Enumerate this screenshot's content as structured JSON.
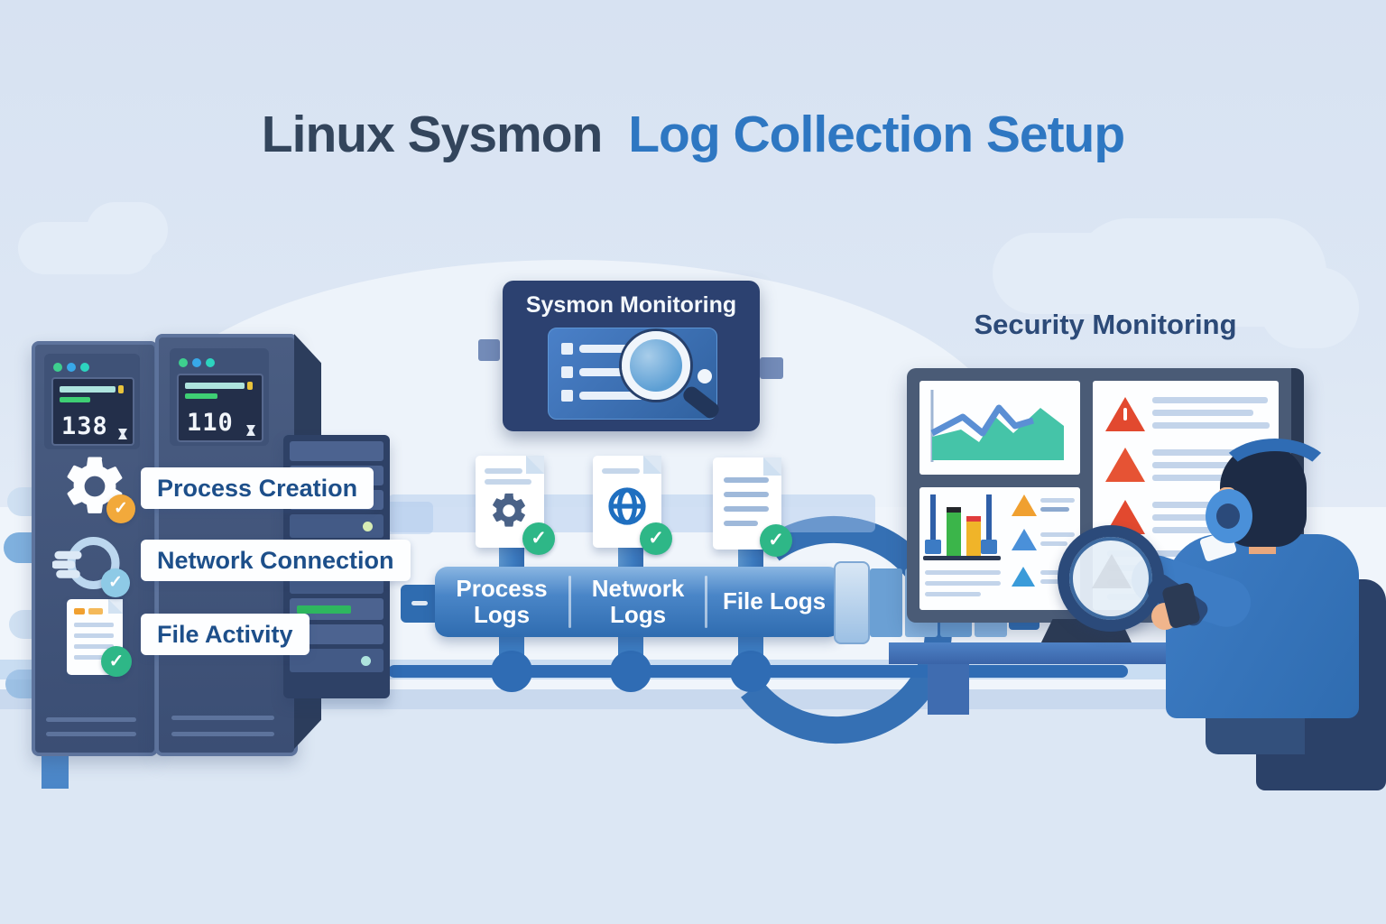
{
  "title": {
    "primary": "Linux Sysmon",
    "secondary": "Log Collection Setup"
  },
  "servers": [
    {
      "display_value": "138"
    },
    {
      "display_value": "110"
    }
  ],
  "event_types": [
    {
      "label": "Process Creation"
    },
    {
      "label": "Network Connection"
    },
    {
      "label": "File Activity"
    }
  ],
  "sysmon_panel": {
    "title": "Sysmon Monitoring"
  },
  "pipeline": {
    "segments": [
      {
        "label": "Process Logs"
      },
      {
        "label": "Network Logs"
      },
      {
        "label": "File Logs"
      }
    ]
  },
  "security": {
    "title": "Security Monitoring"
  },
  "badges": {
    "check_mark": "✓"
  },
  "colors": {
    "title_dark": "#33455c",
    "title_blue": "#2e77c2",
    "label_text": "#1d4f8a",
    "pipe_blue": "#2f6cb0",
    "panel_navy": "#2c4170",
    "check_green": "#2eb787",
    "check_orange": "#f2a93b",
    "check_lightblue": "#8ecae6",
    "alert_red": "#e2492f",
    "warn_orange": "#f0a030",
    "chart_teal": "#45c4a8",
    "bar_green": "#3bb54a",
    "bar_yellow": "#f0b429"
  }
}
